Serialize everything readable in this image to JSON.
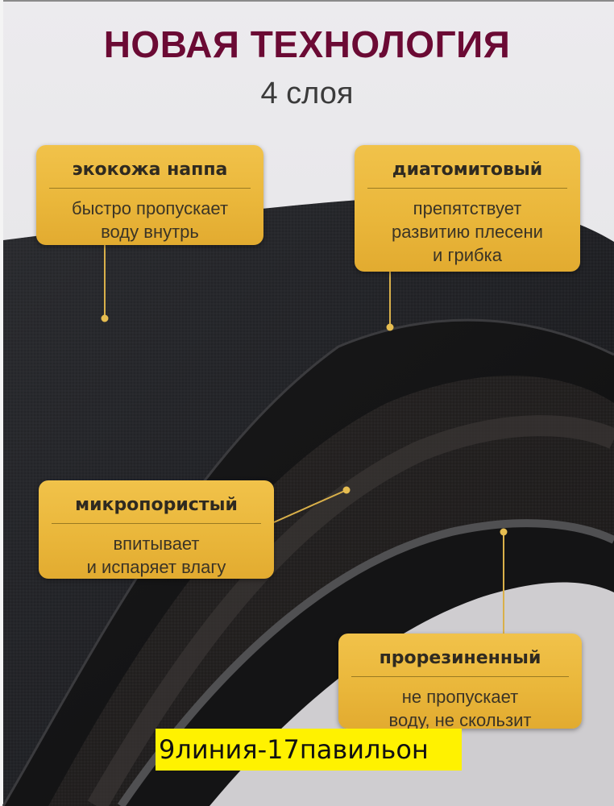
{
  "header": {
    "title": "НОВАЯ ТЕХНОЛОГИЯ",
    "subtitle": "4 слоя"
  },
  "layers": [
    {
      "name": "экокожа наппа",
      "description_lines": [
        "быстро пропускает",
        "воду внутрь"
      ]
    },
    {
      "name": "диатомитовый",
      "description_lines": [
        "препятствует",
        "развитию плесени",
        "и грибка"
      ]
    },
    {
      "name": "микропористый",
      "description_lines": [
        "впитывает",
        "и испаряет влагу"
      ]
    },
    {
      "name": "прорезиненный",
      "description_lines": [
        "не пропускает",
        "воду, не скользит"
      ]
    }
  ],
  "location_tag": "9линия-17павильон",
  "colors": {
    "title": "#6b0a34",
    "subtitle": "#3b3b3b",
    "card_gold": "#eab73b",
    "card_text": "#2f2a20",
    "leader_line": "#d9b04a",
    "tag_background": "#fff200",
    "mat_dark": "#1b1b1d"
  }
}
